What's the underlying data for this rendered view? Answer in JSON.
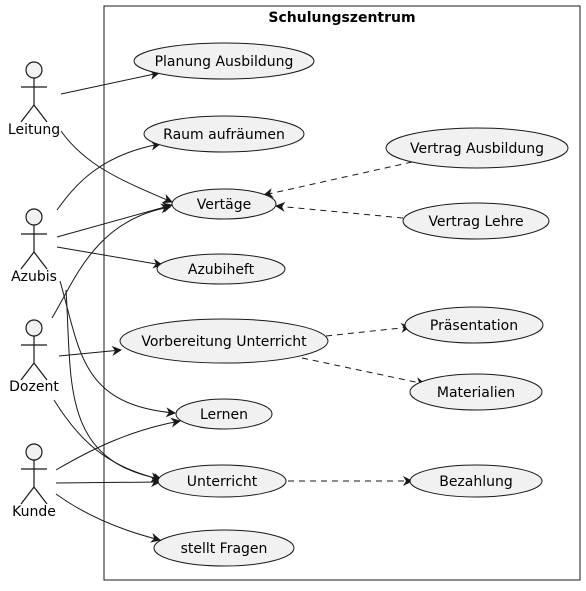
{
  "system": {
    "title": "Schulungszentrum"
  },
  "actors": [
    {
      "id": "leitung",
      "label": "Leitung"
    },
    {
      "id": "azubis",
      "label": "Azubis"
    },
    {
      "id": "dozent",
      "label": "Dozent"
    },
    {
      "id": "kunde",
      "label": "Kunde"
    }
  ],
  "use_cases": [
    {
      "id": "planung",
      "label": "Planung Ausbildung"
    },
    {
      "id": "raum",
      "label": "Raum aufräumen"
    },
    {
      "id": "vertraege",
      "label": "Vertäge"
    },
    {
      "id": "vertrag_ausbildung",
      "label": "Vertrag Ausbildung"
    },
    {
      "id": "vertrag_lehre",
      "label": "Vertrag Lehre"
    },
    {
      "id": "azubiheft",
      "label": "Azubiheft"
    },
    {
      "id": "vorbereitung",
      "label": "Vorbereitung Unterricht"
    },
    {
      "id": "praesentation",
      "label": "Präsentation"
    },
    {
      "id": "materialien",
      "label": "Materialien"
    },
    {
      "id": "lernen",
      "label": "Lernen"
    },
    {
      "id": "unterricht",
      "label": "Unterricht"
    },
    {
      "id": "bezahlung",
      "label": "Bezahlung"
    },
    {
      "id": "fragen",
      "label": "stellt Fragen"
    }
  ],
  "associations": [
    {
      "from": "leitung",
      "to": "planung"
    },
    {
      "from": "leitung",
      "to": "vertraege"
    },
    {
      "from": "azubis",
      "to": "raum"
    },
    {
      "from": "azubis",
      "to": "vertraege"
    },
    {
      "from": "azubis",
      "to": "azubiheft"
    },
    {
      "from": "azubis",
      "to": "lernen"
    },
    {
      "from": "azubis",
      "to": "unterricht"
    },
    {
      "from": "dozent",
      "to": "vertraege"
    },
    {
      "from": "dozent",
      "to": "vorbereitung"
    },
    {
      "from": "dozent",
      "to": "unterricht"
    },
    {
      "from": "kunde",
      "to": "lernen"
    },
    {
      "from": "kunde",
      "to": "unterricht"
    },
    {
      "from": "kunde",
      "to": "fragen"
    }
  ],
  "dependencies": [
    {
      "from": "vertrag_ausbildung",
      "to": "vertraege"
    },
    {
      "from": "vertrag_lehre",
      "to": "vertraege"
    },
    {
      "from": "vorbereitung",
      "to": "praesentation"
    },
    {
      "from": "vorbereitung",
      "to": "materialien"
    },
    {
      "from": "unterricht",
      "to": "bezahlung"
    }
  ]
}
